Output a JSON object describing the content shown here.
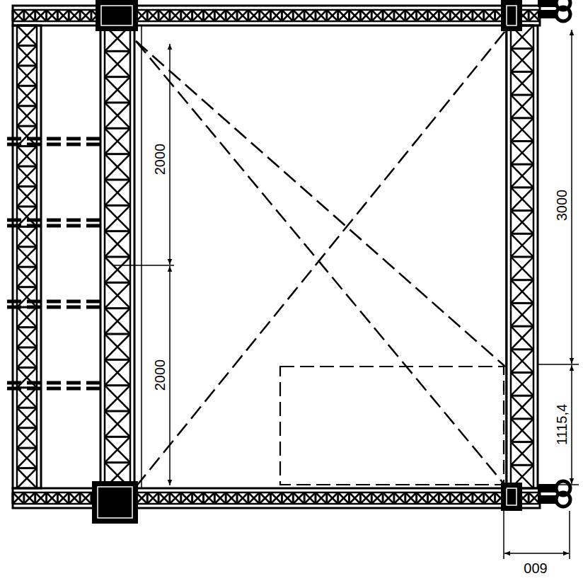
{
  "diagram": {
    "labels": [
      "2000",
      "2000",
      "3000",
      "1115,4",
      "009"
    ]
  }
}
